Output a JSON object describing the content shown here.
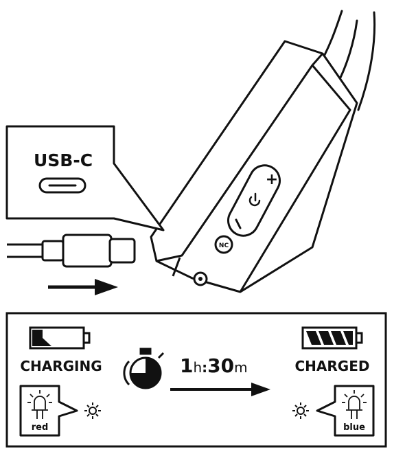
{
  "top": {
    "callout_label": "USB-C",
    "buttons": {
      "plus": "+",
      "minus": "–",
      "nc": "NC"
    }
  },
  "bottom": {
    "charging_label": "CHARGING",
    "charged_label": "CHARGED",
    "time": {
      "hours": "1",
      "h_unit": "h",
      "sep": ":",
      "minutes": "30",
      "m_unit": "m"
    },
    "led_left_color": "red",
    "led_right_color": "blue"
  },
  "colors": {
    "ink": "#111111",
    "background": "#ffffff"
  },
  "icons": [
    "usb-c-port-icon",
    "usb-cable-icon",
    "arrow-right-icon",
    "battery-low-icon",
    "battery-full-icon",
    "stopwatch-icon",
    "led-icon",
    "light-icon",
    "power-icon",
    "audio-jack-icon"
  ]
}
